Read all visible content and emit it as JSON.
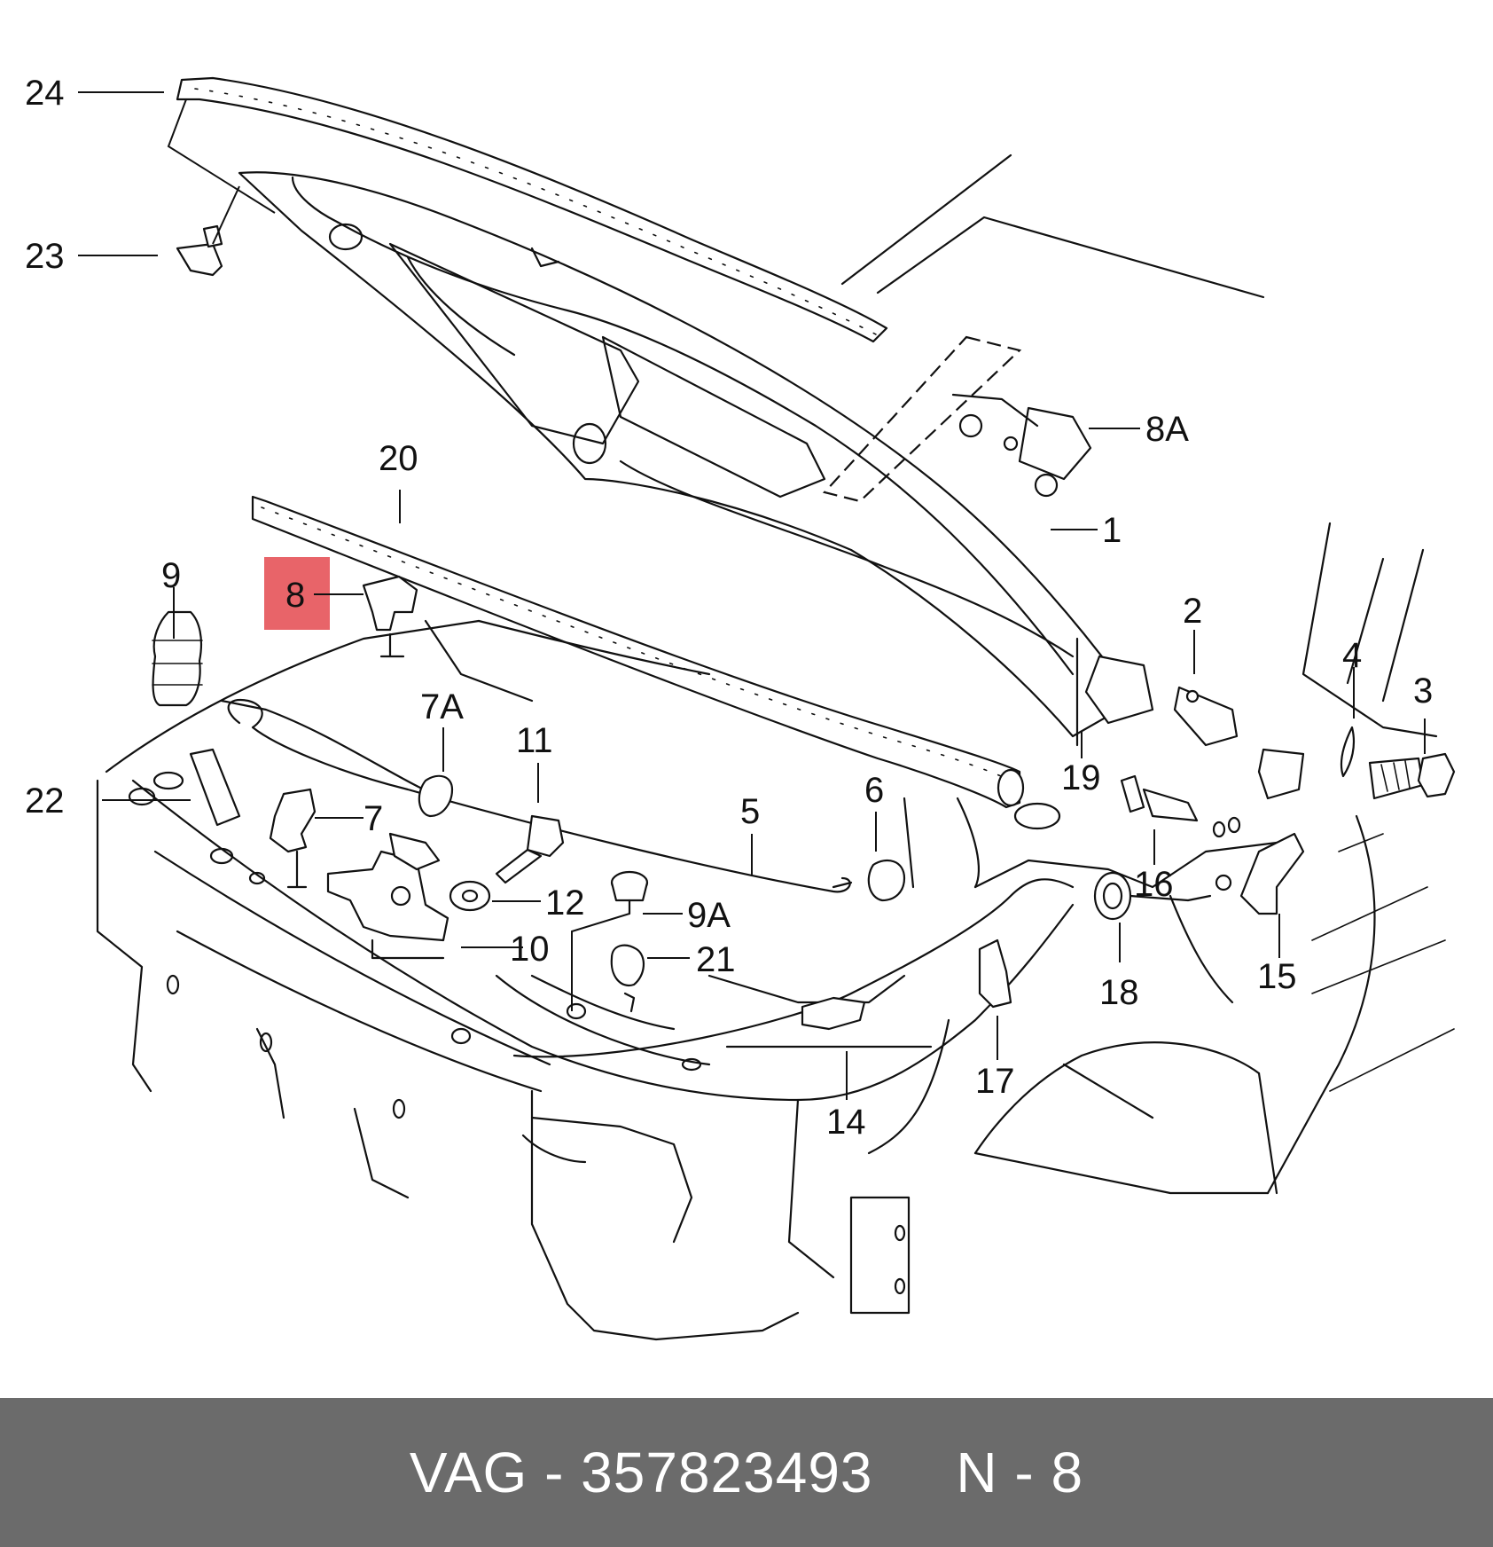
{
  "diagram": {
    "highlighted_part": "8",
    "highlight_color": "#e2383f",
    "callouts": {
      "c24": "24",
      "c23": "23",
      "c20": "20",
      "c8A": "8A",
      "c1": "1",
      "c9": "9",
      "c8": "8",
      "c7A": "7A",
      "c11": "11",
      "c2": "2",
      "c4": "4",
      "c3": "3",
      "c22": "22",
      "c7": "7",
      "c5": "5",
      "c6": "6",
      "c19": "19",
      "c16": "16",
      "c12": "12",
      "c9A": "9A",
      "c10": "10",
      "c21": "21",
      "c18": "18",
      "c15": "15",
      "c17": "17",
      "c14": "14"
    }
  },
  "footer": {
    "text": "VAG - 357823493     N - 8",
    "background": "#6b6b6b",
    "text_color": "#ffffff"
  }
}
